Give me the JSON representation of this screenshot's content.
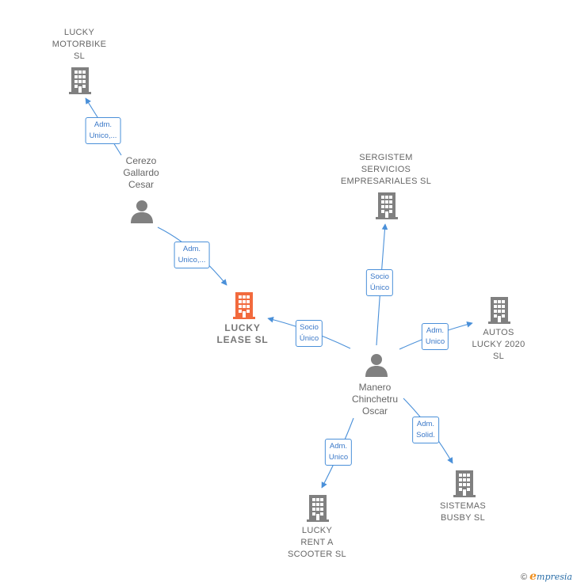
{
  "nodes": {
    "lucky_motorbike": "LUCKY\nMOTORBIKE\nSL",
    "cerezo": "Cerezo\nGallardo\nCesar",
    "sergistem": "SERGISTEM\nSERVICIOS\nEMPRESARIALES SL",
    "lucky_lease": "LUCKY\nLEASE  SL",
    "autos_lucky": "AUTOS\nLUCKY 2020\nSL",
    "manero": "Manero\nChinchetru\nOscar",
    "sistemas_busby": "SISTEMAS\nBUSBY SL",
    "lucky_rent": "LUCKY\nRENT A\nSCOOTER  SL"
  },
  "edges": {
    "cerezo_motorbike": "Adm.\nUnico,...",
    "cerezo_lease": "Adm.\nUnico,...",
    "manero_sergistem": "Socio\nÚnico",
    "manero_lease": "Socio\nÚnico",
    "manero_autos": "Adm.\nUnico",
    "manero_busby": "Adm.\nSolid.",
    "manero_rent": "Adm.\nUnico"
  },
  "colors": {
    "edge": "#4a90d9",
    "node": "#808080",
    "focus": "#f26a3d"
  },
  "footer": {
    "copyright": "©",
    "brand_e": "e",
    "brand_rest": "mpresia"
  }
}
